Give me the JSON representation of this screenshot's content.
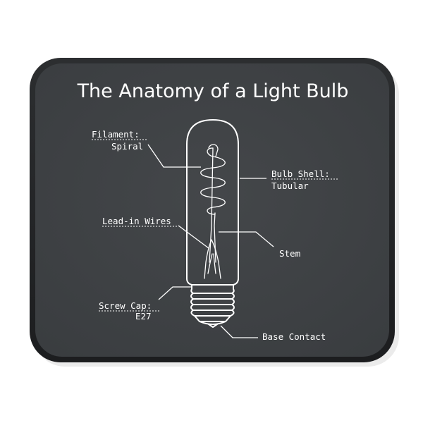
{
  "title": "The Anatomy of a Light Bulb",
  "labels": {
    "filament": {
      "name": "Filament:",
      "value": "Spiral"
    },
    "bulb_shell": {
      "name": "Bulb Shell:",
      "value": "Tubular"
    },
    "lead_in_wires": {
      "name": "Lead-in Wires"
    },
    "stem": {
      "name": "Stem"
    },
    "screw_cap": {
      "name": "Screw Cap:",
      "value": "E27"
    },
    "base_contact": {
      "name": "Base Contact"
    }
  },
  "colors": {
    "mat_surface": "#3d4043",
    "mat_border": "#232527",
    "ink": "#ffffff"
  }
}
